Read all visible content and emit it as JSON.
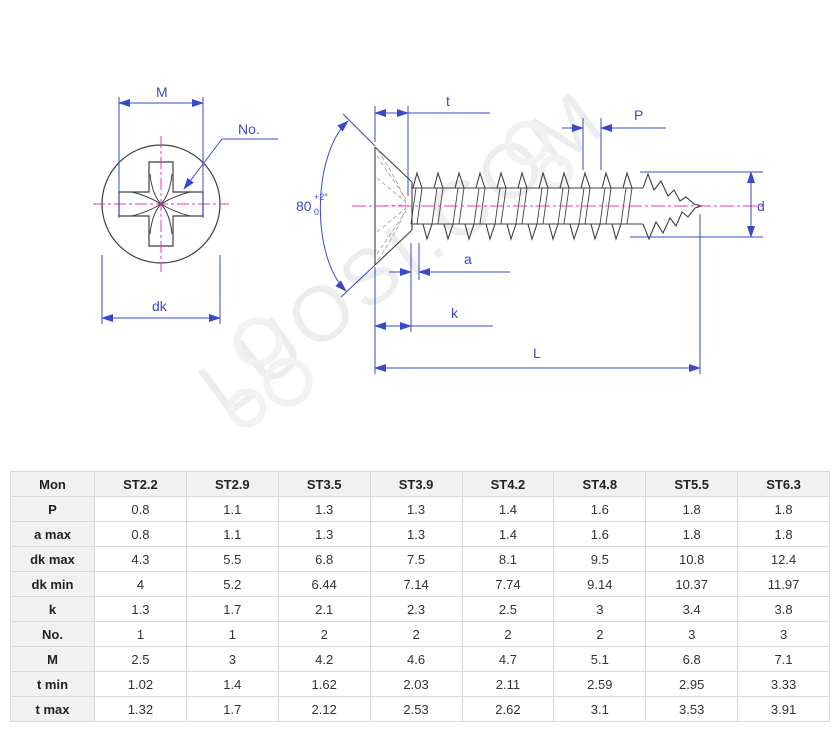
{
  "drawing": {
    "watermark": "LUOSI.COM",
    "labels": {
      "m": "M",
      "no": "No.",
      "dk": "dk",
      "angle": "80",
      "angle_tol_up": "+2°",
      "angle_tol_dn": "0",
      "t": "t",
      "p": "P",
      "d": "d",
      "a": "a",
      "k": "k",
      "l": "L"
    },
    "colors": {
      "dimension_blue": "#3a49c9",
      "centerline_magenta": "#e33bb2",
      "outline_dark": "#3f3f3f"
    }
  },
  "table": {
    "columns": [
      "Mon",
      "ST2.2",
      "ST2.9",
      "ST3.5",
      "ST3.9",
      "ST4.2",
      "ST4.8",
      "ST5.5",
      "ST6.3"
    ],
    "rows": [
      {
        "label": "P",
        "values": [
          "0.8",
          "1.1",
          "1.3",
          "1.3",
          "1.4",
          "1.6",
          "1.8",
          "1.8"
        ]
      },
      {
        "label": "a max",
        "values": [
          "0.8",
          "1.1",
          "1.3",
          "1.3",
          "1.4",
          "1.6",
          "1.8",
          "1.8"
        ]
      },
      {
        "label": "dk max",
        "values": [
          "4.3",
          "5.5",
          "6.8",
          "7.5",
          "8.1",
          "9.5",
          "10.8",
          "12.4"
        ]
      },
      {
        "label": "dk min",
        "values": [
          "4",
          "5.2",
          "6.44",
          "7.14",
          "7.74",
          "9.14",
          "10.37",
          "11.97"
        ]
      },
      {
        "label": "k",
        "values": [
          "1.3",
          "1.7",
          "2.1",
          "2.3",
          "2.5",
          "3",
          "3.4",
          "3.8"
        ]
      },
      {
        "label": "No.",
        "values": [
          "1",
          "1",
          "2",
          "2",
          "2",
          "2",
          "3",
          "3"
        ]
      },
      {
        "label": "M",
        "values": [
          "2.5",
          "3",
          "4.2",
          "4.6",
          "4.7",
          "5.1",
          "6.8",
          "7.1"
        ]
      },
      {
        "label": "t min",
        "values": [
          "1.02",
          "1.4",
          "1.62",
          "2.03",
          "2.11",
          "2.59",
          "2.95",
          "3.33"
        ]
      },
      {
        "label": "t max",
        "values": [
          "1.32",
          "1.7",
          "2.12",
          "2.53",
          "2.62",
          "3.1",
          "3.53",
          "3.91"
        ]
      }
    ]
  }
}
